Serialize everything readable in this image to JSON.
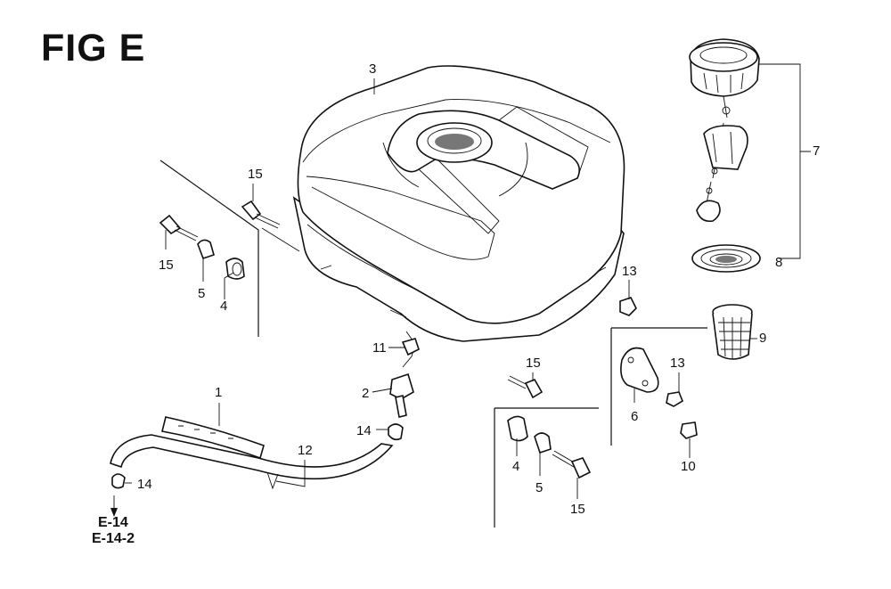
{
  "figure": {
    "title": "FIG E",
    "callouts": [
      {
        "id": "c3",
        "label": "3"
      },
      {
        "id": "c7",
        "label": "7"
      },
      {
        "id": "c8",
        "label": "8"
      },
      {
        "id": "c9",
        "label": "9"
      },
      {
        "id": "c15a",
        "label": "15"
      },
      {
        "id": "c15b",
        "label": "15"
      },
      {
        "id": "c5a",
        "label": "5"
      },
      {
        "id": "c4a",
        "label": "4"
      },
      {
        "id": "c13a",
        "label": "13"
      },
      {
        "id": "c11",
        "label": "11"
      },
      {
        "id": "c15c",
        "label": "15"
      },
      {
        "id": "c2",
        "label": "2"
      },
      {
        "id": "c13b",
        "label": "13"
      },
      {
        "id": "c6",
        "label": "6"
      },
      {
        "id": "c1",
        "label": "1"
      },
      {
        "id": "c14a",
        "label": "14"
      },
      {
        "id": "c12",
        "label": "12"
      },
      {
        "id": "c10",
        "label": "10"
      },
      {
        "id": "c4b",
        "label": "4"
      },
      {
        "id": "c5b",
        "label": "5"
      },
      {
        "id": "c15d",
        "label": "15"
      },
      {
        "id": "c14b",
        "label": "14"
      }
    ],
    "references": [
      "E-14",
      "E-14-2"
    ]
  }
}
